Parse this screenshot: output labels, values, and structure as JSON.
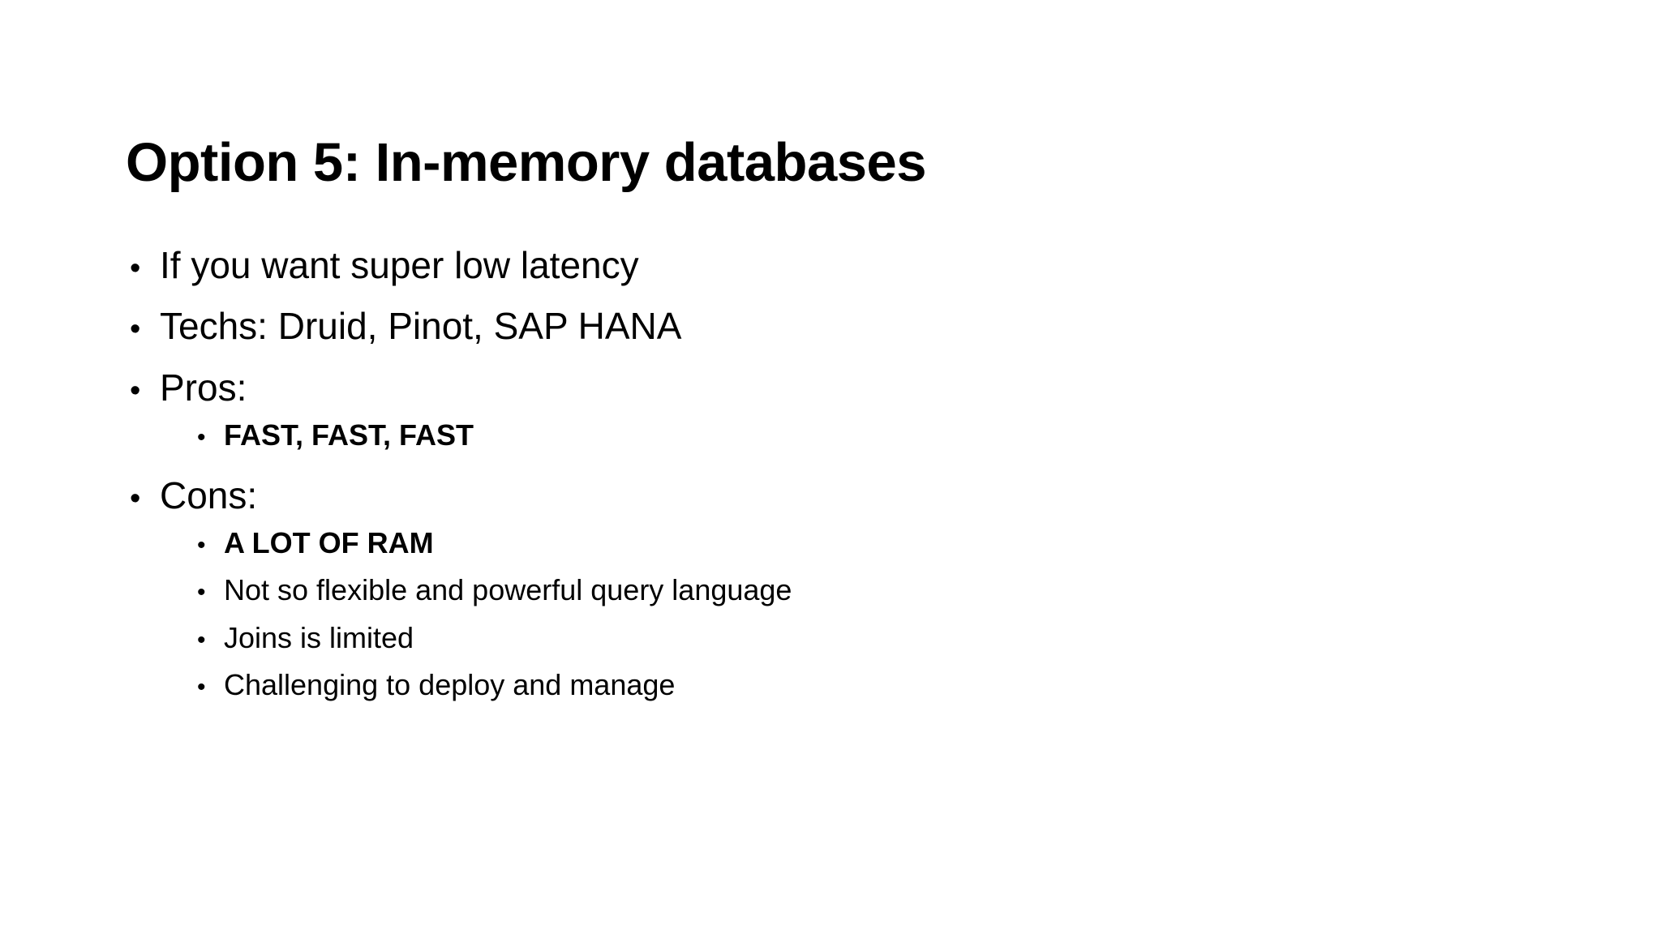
{
  "slide": {
    "title": "Option 5: In-memory databases",
    "background_color": "#ffffff",
    "text_color": "#000000",
    "bullet_glyph": "•",
    "content": [
      {
        "level": 1,
        "text": "If you want super low latency",
        "bold": false
      },
      {
        "level": 1,
        "text": "Techs: Druid, Pinot, SAP HANA",
        "bold": false
      },
      {
        "level": 1,
        "text": "Pros:",
        "bold": false
      },
      {
        "level": 2,
        "text": "FAST, FAST, FAST",
        "bold": true
      },
      {
        "level": 1,
        "text": "Cons:",
        "bold": false
      },
      {
        "level": 2,
        "text": "A LOT OF RAM",
        "bold": true
      },
      {
        "level": 2,
        "text": "Not so flexible and powerful query language",
        "bold": false
      },
      {
        "level": 2,
        "text": "Joins is limited",
        "bold": false
      },
      {
        "level": 2,
        "text": "Challenging to deploy and manage",
        "bold": false
      }
    ]
  }
}
